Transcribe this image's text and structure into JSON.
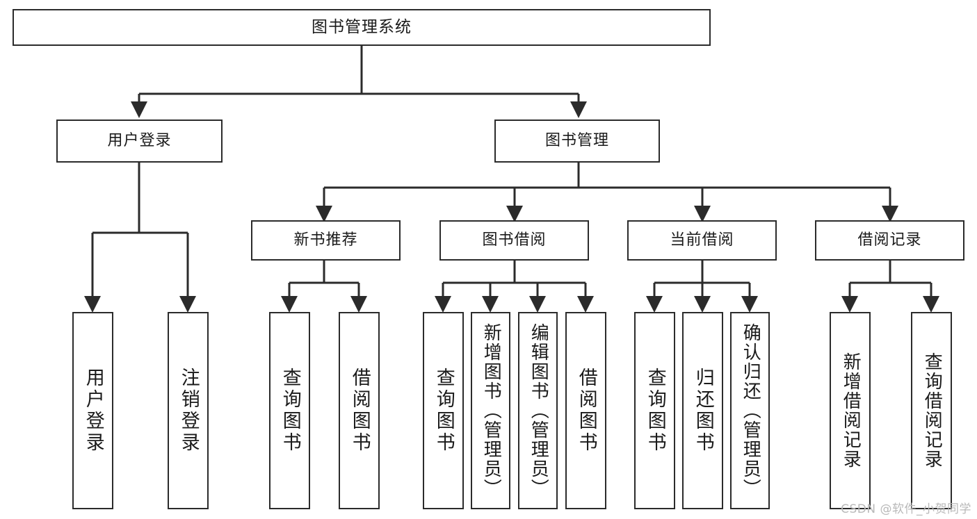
{
  "diagram": {
    "title": "图书管理系统",
    "watermark": "CSDN @软件_小贺同学",
    "colors": {
      "stroke": "#2b2b2b",
      "fill": "#ffffff",
      "text": "#1a1a1a",
      "watermark": "#b9b9b9"
    },
    "nodes": {
      "root": {
        "label": "图书管理系统"
      },
      "level2": [
        {
          "label": "用户登录"
        },
        {
          "label": "图书管理"
        }
      ],
      "level3": [
        {
          "label": "新书推荐"
        },
        {
          "label": "图书借阅"
        },
        {
          "label": "当前借阅"
        },
        {
          "label": "借阅记录"
        }
      ],
      "leaves": {
        "user_login": [
          {
            "label": "用户登录"
          },
          {
            "label": "注销登录"
          }
        ],
        "new_book": [
          {
            "label": "查询图书"
          },
          {
            "label": "借阅图书"
          }
        ],
        "book_borrow": [
          {
            "label": "查询图书"
          },
          {
            "label": "新增图书（管理员）"
          },
          {
            "label": "编辑图书（管理员）"
          },
          {
            "label": "借阅图书"
          }
        ],
        "current_borrow": [
          {
            "label": "查询图书"
          },
          {
            "label": "归还图书"
          },
          {
            "label": "确认归还（管理员）"
          }
        ],
        "borrow_record": [
          {
            "label": "新增借阅记录"
          },
          {
            "label": "查询借阅记录"
          }
        ]
      }
    }
  }
}
